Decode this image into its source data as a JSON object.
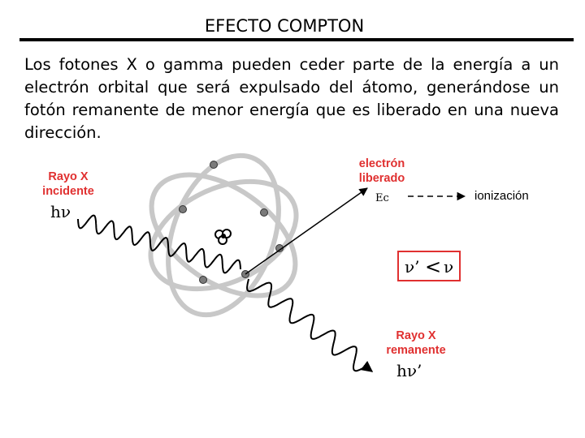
{
  "title": "EFECTO COMPTON",
  "paragraph": "Los fotones X o gamma pueden ceder parte de la energía a un electrón orbital que será expulsado del átomo, generándose un fotón remanente de menor energía que es liberado en una nueva dirección.",
  "diagram": {
    "incident_label_1": "Rayo X",
    "incident_label_2": "incidente",
    "incident_symbol": "hν",
    "electron_label_1": "electrón",
    "electron_label_2": "liberado",
    "ec_label": "Ec",
    "ionization_label": "ionización",
    "inequality_left": "ν’",
    "inequality_sign": "<",
    "inequality_right": "ν",
    "scattered_label_1": "Rayo X",
    "scattered_label_2": "remanente",
    "scattered_symbol": "hν’",
    "colors": {
      "label_red": "#e03030",
      "box_border": "#e03030",
      "orbit": "#c8c8c8",
      "electron": "#7a7a7a"
    }
  }
}
